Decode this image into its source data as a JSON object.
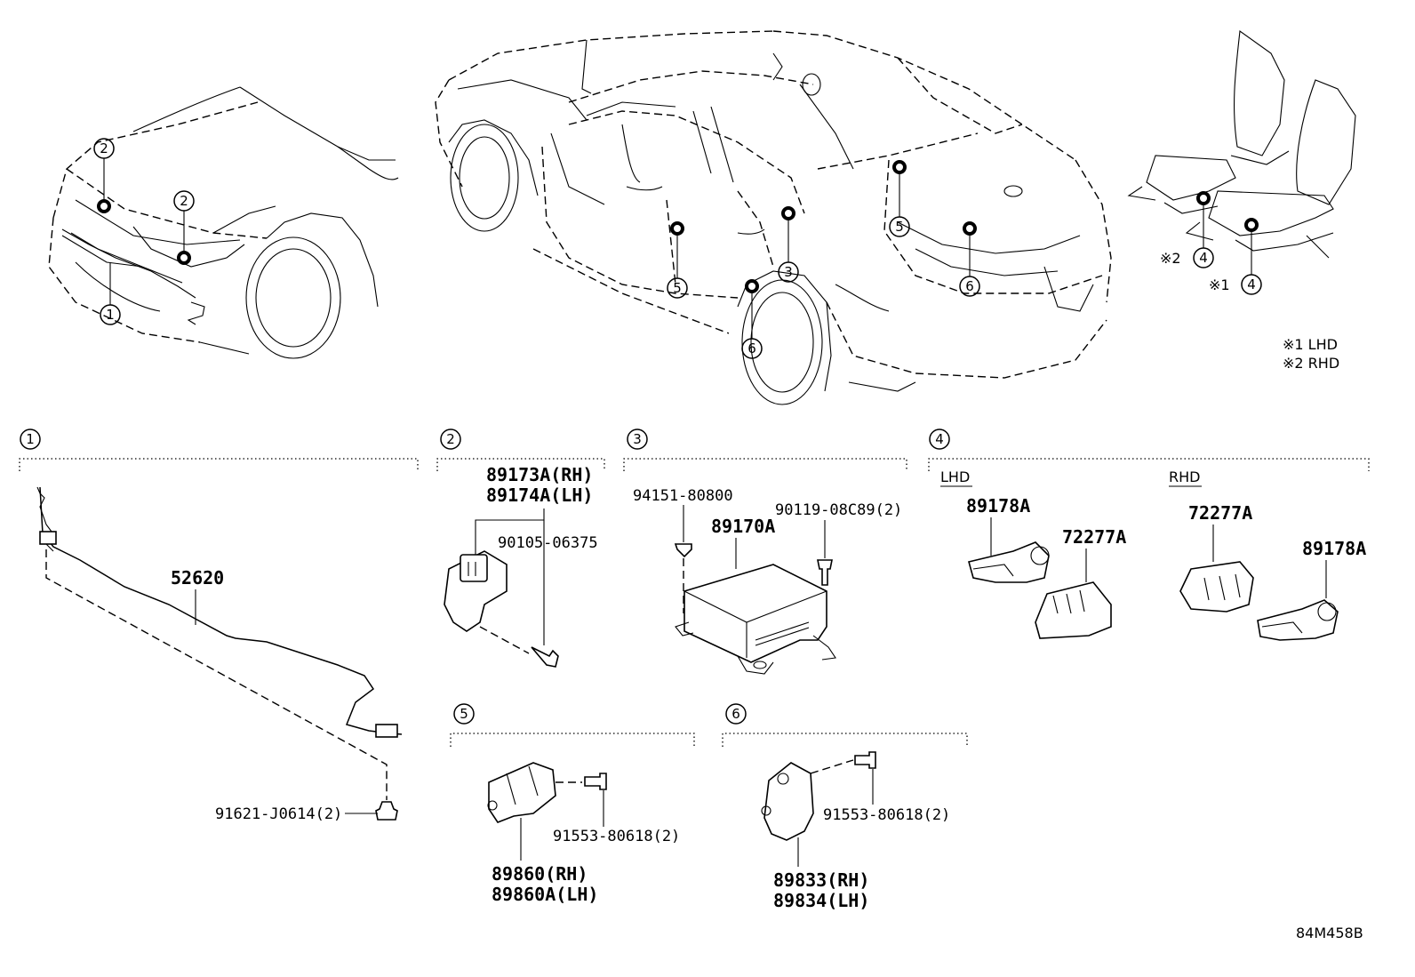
{
  "notes": {
    "lhd": "※1 LHD",
    "rhd": "※2 RHD",
    "mark1": "※1",
    "mark2": "※2",
    "drawing_code": "84M458B"
  },
  "groups": {
    "g1": {
      "number": "1",
      "parts": [
        "52620",
        "91621-J0614(2)"
      ]
    },
    "g2": {
      "number": "2",
      "parts": [
        "89173A(RH)",
        "89174A(LH)",
        "90105-06375"
      ]
    },
    "g3": {
      "number": "3",
      "parts": [
        "94151-80800",
        "89170A",
        "90119-08C89(2)"
      ]
    },
    "g4": {
      "number": "4",
      "lhd_label": "LHD",
      "rhd_label": "RHD",
      "lhd_parts": [
        "89178A",
        "72277A"
      ],
      "rhd_parts": [
        "72277A",
        "89178A"
      ]
    },
    "g5": {
      "number": "5",
      "parts": [
        "91553-80618(2)",
        "89860(RH)",
        "89860A(LH)"
      ]
    },
    "g6": {
      "number": "6",
      "parts": [
        "91553-80618(2)",
        "89833(RH)",
        "89834(LH)"
      ]
    }
  },
  "callouts": [
    "1",
    "2",
    "2",
    "3",
    "4",
    "4",
    "5",
    "5",
    "6",
    "6"
  ]
}
